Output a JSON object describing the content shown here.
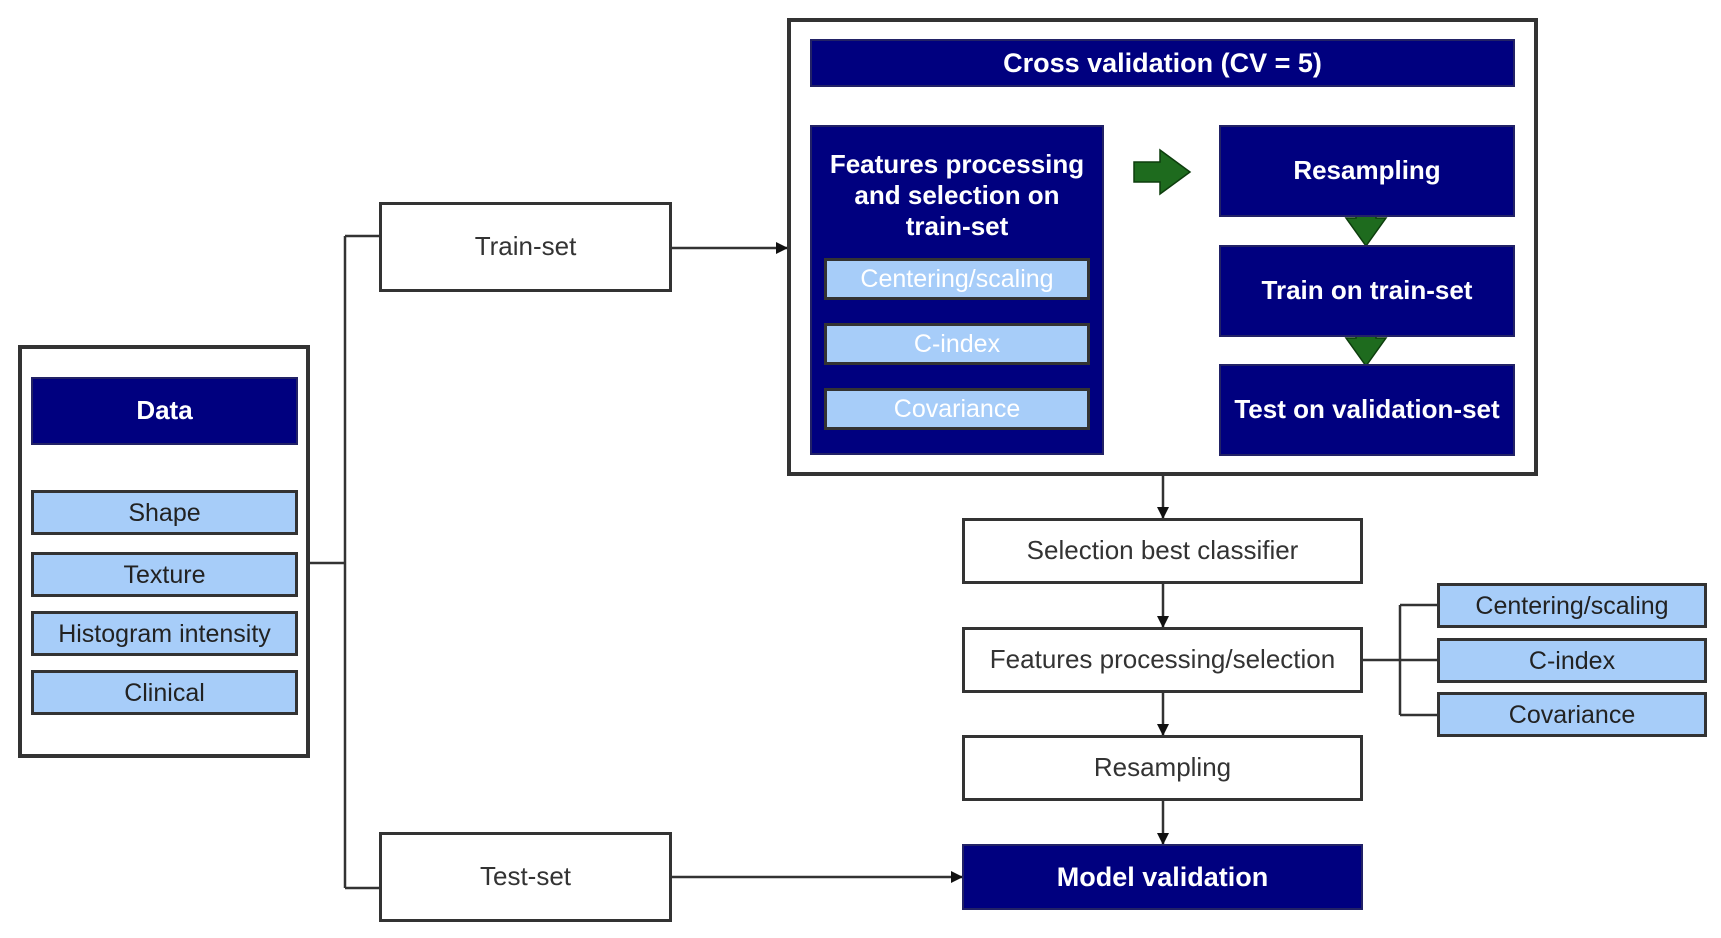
{
  "data_panel": {
    "title": "Data",
    "items": [
      "Shape",
      "Texture",
      "Histogram intensity",
      "Clinical"
    ]
  },
  "train_set": "Train-set",
  "test_set": "Test-set",
  "cv": {
    "title": "Cross validation (CV = 5)",
    "features_title": "Features processing and selection on train-set",
    "features_items": [
      "Centering/scaling",
      "C-index",
      "Covariance"
    ],
    "steps": [
      "Resampling",
      "Train on train-set",
      "Test on validation-set"
    ]
  },
  "pipeline": {
    "selection": "Selection best classifier",
    "features": "Features processing/selection",
    "resampling": "Resampling",
    "model_validation": "Model validation"
  },
  "side_items": [
    "Centering/scaling",
    "C-index",
    "Covariance"
  ],
  "colors": {
    "navy": "#00007f",
    "light_blue": "#a7cdf9",
    "arrow_green": "#1e6b1e",
    "border": "#333333"
  }
}
